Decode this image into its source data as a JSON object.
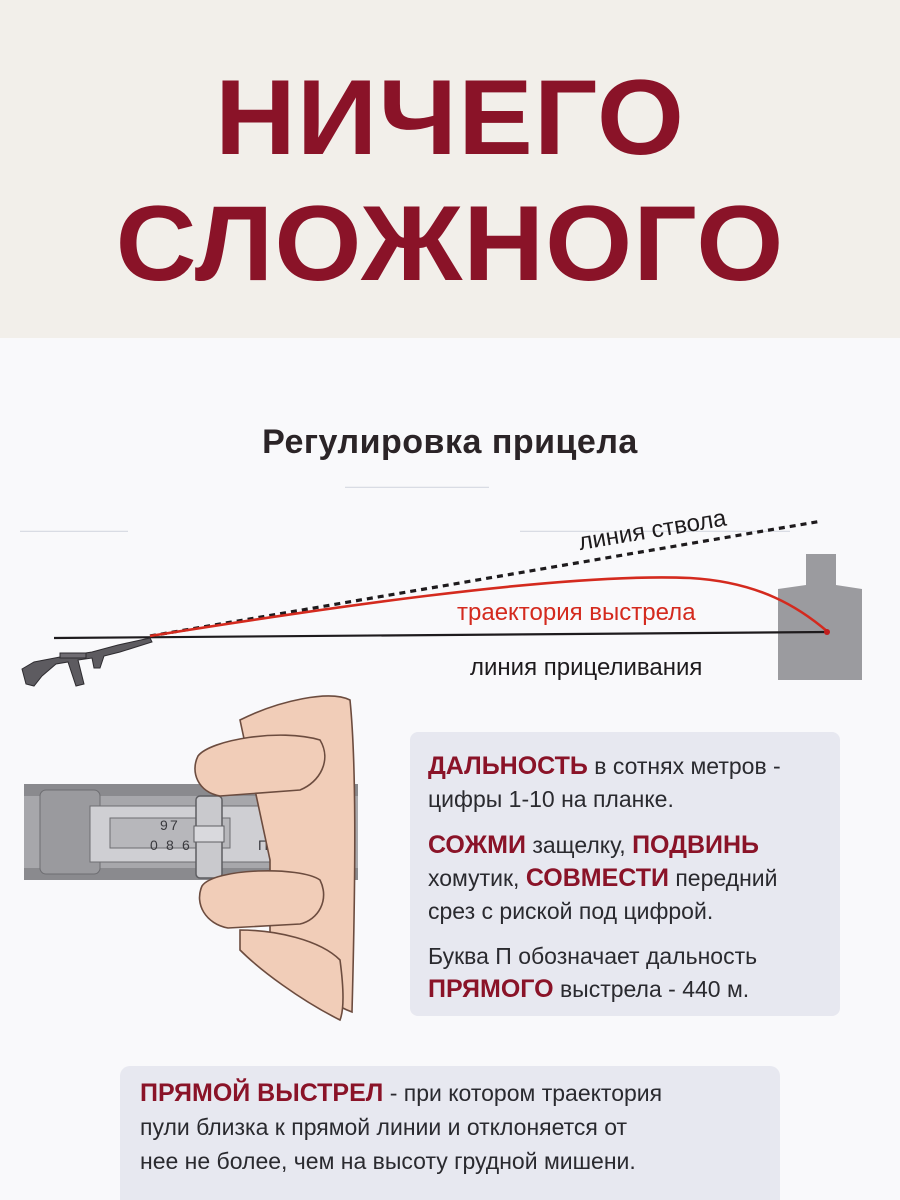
{
  "headline": {
    "line1": "НИЧЕГО",
    "line2": "СЛОЖНОГО"
  },
  "section": {
    "title": "Регулировка прицела"
  },
  "diagram": {
    "barrel_line_label": "линия ствола",
    "trajectory_label": "траектория выстрела",
    "aim_line_label": "линия прицеливания",
    "scale_digits": [
      "9",
      "7",
      "0",
      "8",
      "6",
      "П"
    ],
    "colors": {
      "trajectory": "#d42a1e",
      "title": "#8a1328"
    }
  },
  "info": {
    "p1_key": "ДАЛЬНОСТЬ",
    "p1_rest": " в сотнях метров -",
    "p1_line2": "цифры 1-10 на планке.",
    "p2_key1": "СОЖМИ",
    "p2_mid1": " защелку, ",
    "p2_key2": "ПОДВИНЬ",
    "p2_line2_pre": "хомутик, ",
    "p2_key3": "СОВМЕСТИ",
    "p2_line2_post": " передний",
    "p2_line3": "срез с риской под цифрой.",
    "p3_line1": "Буква П обозначает дальность",
    "p3_key": "ПРЯМОГО",
    "p3_rest": " выстрела - 440 м."
  },
  "note": {
    "key": "ПРЯМОЙ ВЫСТРЕЛ",
    "line1_rest": " - при котором траектория",
    "line2": "пули близка к прямой линии и отклоняется от",
    "line3": "нее не более, чем на высоту грудной мишени."
  }
}
